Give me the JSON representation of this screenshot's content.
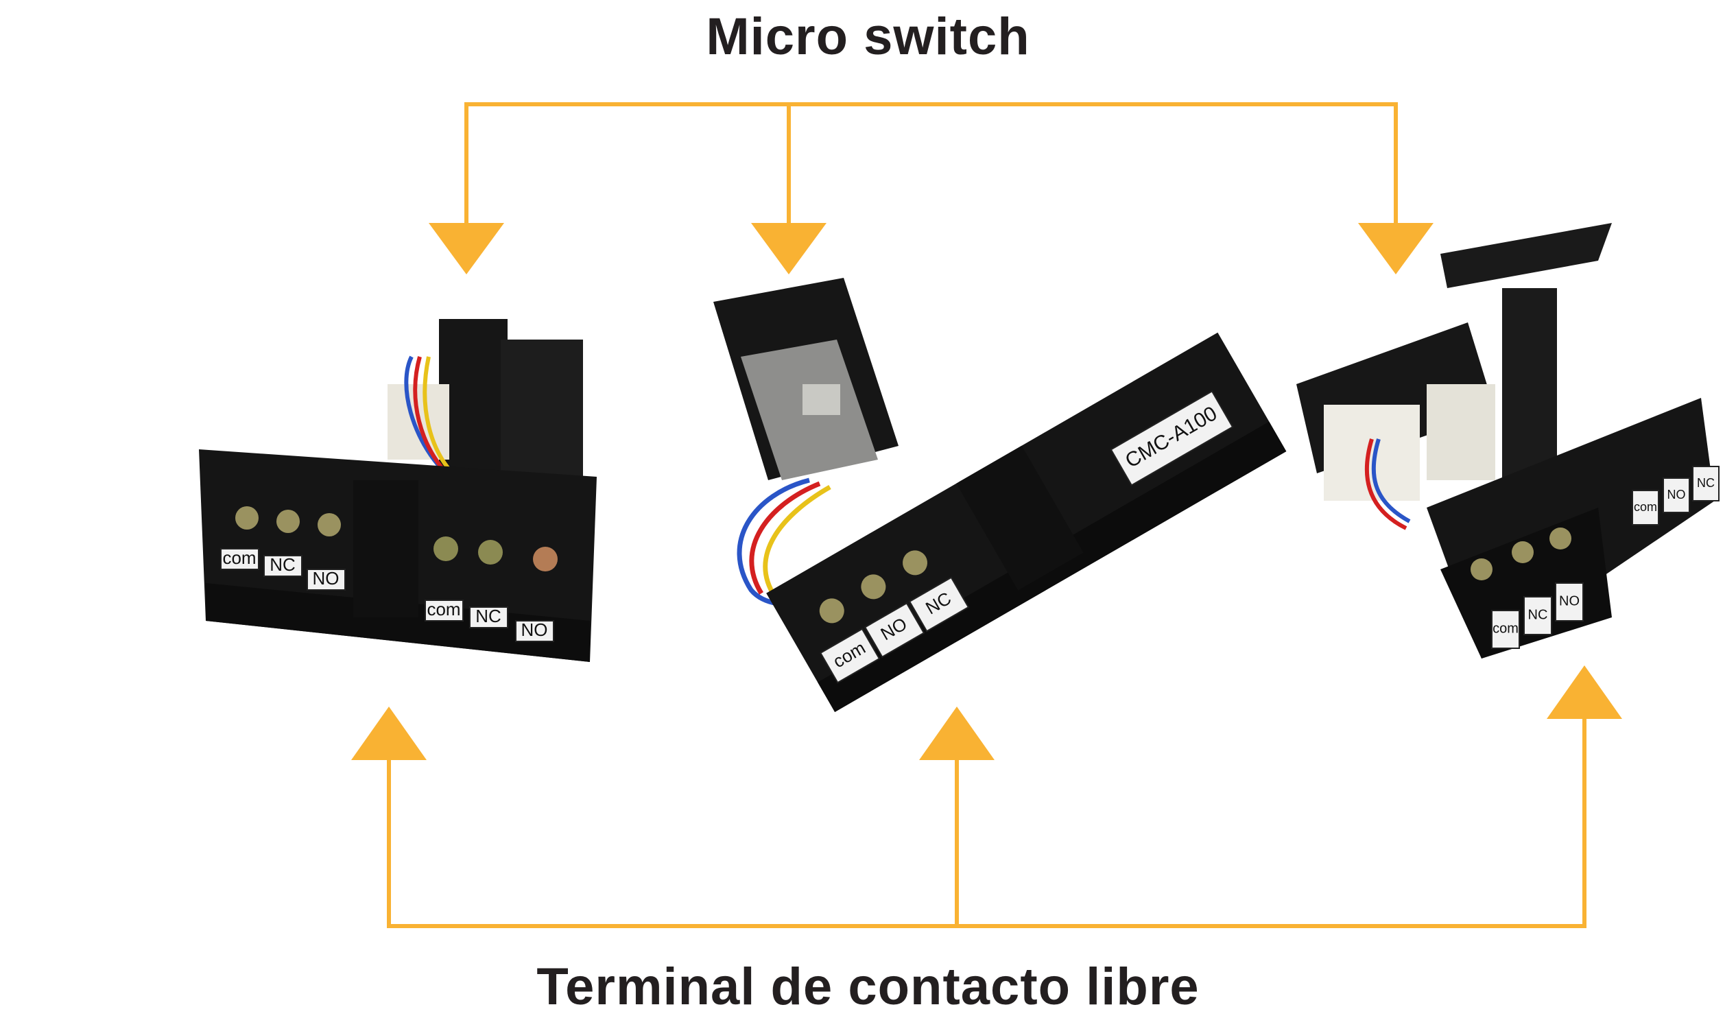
{
  "labels": {
    "top": "Micro switch",
    "bottom": "Terminal de contacto libre"
  },
  "colors": {
    "connector": "#f9b233",
    "plastic": "#151515",
    "screw": "#9a9260",
    "label_bg": "#f2f2f2"
  },
  "devices": [
    {
      "name": "left",
      "terminal_labels": [
        "com",
        "NC",
        "NO",
        "com",
        "NC",
        "NO"
      ]
    },
    {
      "name": "center",
      "model": "CMC-A100",
      "terminal_labels": [
        "com",
        "NO",
        "NC"
      ]
    },
    {
      "name": "right",
      "terminal_labels": [
        "com",
        "NC",
        "NO",
        "com",
        "NO",
        "NC"
      ]
    }
  ]
}
